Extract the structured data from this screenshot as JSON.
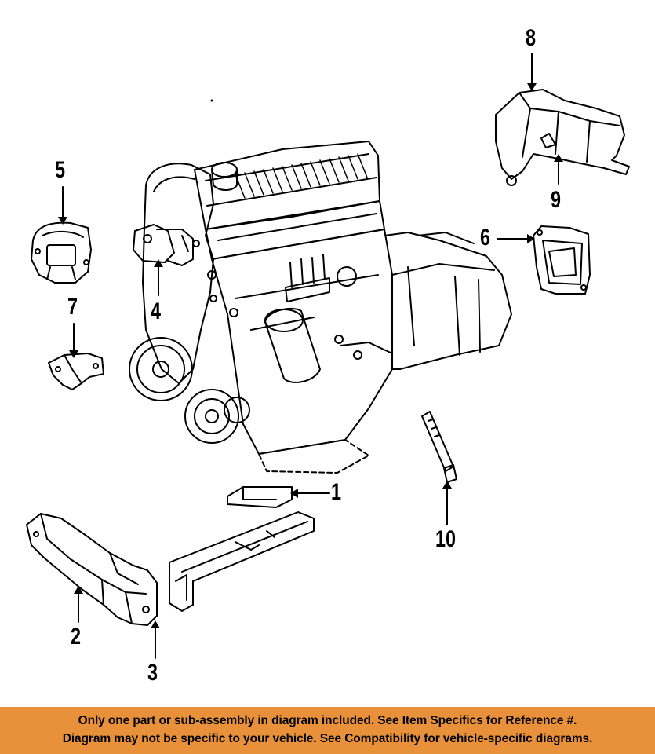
{
  "diagram": {
    "callouts": [
      {
        "id": "1",
        "text": "1"
      },
      {
        "id": "2",
        "text": "2"
      },
      {
        "id": "3",
        "text": "3"
      },
      {
        "id": "4",
        "text": "4"
      },
      {
        "id": "5",
        "text": "5"
      },
      {
        "id": "6",
        "text": "6"
      },
      {
        "id": "7",
        "text": "7"
      },
      {
        "id": "8",
        "text": "8"
      },
      {
        "id": "9",
        "text": "9"
      },
      {
        "id": "10",
        "text": "10"
      }
    ]
  },
  "banner": {
    "line1": "Only one part or sub-assembly in diagram included. See Item Specifics for Reference #.",
    "line2": "Diagram may not be specific to your vehicle. See Compatibility for vehicle-specific diagrams.",
    "background": "#e8913a"
  }
}
